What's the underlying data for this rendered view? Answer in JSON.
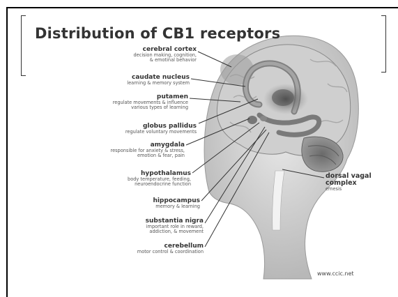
{
  "title": "Distribution of CB1 receptors",
  "labels": [
    {
      "name": "cerebral cortex",
      "desc": [
        "decision making, cognition,",
        "& emotinal behavior"
      ]
    },
    {
      "name": "caudate nucleus",
      "desc": [
        "learning & memory system"
      ]
    },
    {
      "name": "putamen",
      "desc": [
        "regulate movements & influence",
        "various types of learning"
      ]
    },
    {
      "name": "globus pallidus",
      "desc": [
        "regulate voluntary movements"
      ]
    },
    {
      "name": "amygdala",
      "desc": [
        "responsible for anxiety & stress,",
        "emotion & fear, pain"
      ]
    },
    {
      "name": "hypothalamus",
      "desc": [
        "body temperature, feeding,",
        "neuroendocrine function"
      ]
    },
    {
      "name": "hippocampus",
      "desc": [
        "memory & learning"
      ]
    },
    {
      "name": "substantia nigra",
      "desc": [
        "important role in reward,",
        "addiction, & movement"
      ]
    },
    {
      "name": "cerebellum",
      "desc": [
        "motor control & coordination"
      ]
    }
  ],
  "dorsal_vagal": {
    "name": [
      "dorsal vagal",
      "complex"
    ],
    "desc": "emesis"
  },
  "credit": "www.ccic.net"
}
